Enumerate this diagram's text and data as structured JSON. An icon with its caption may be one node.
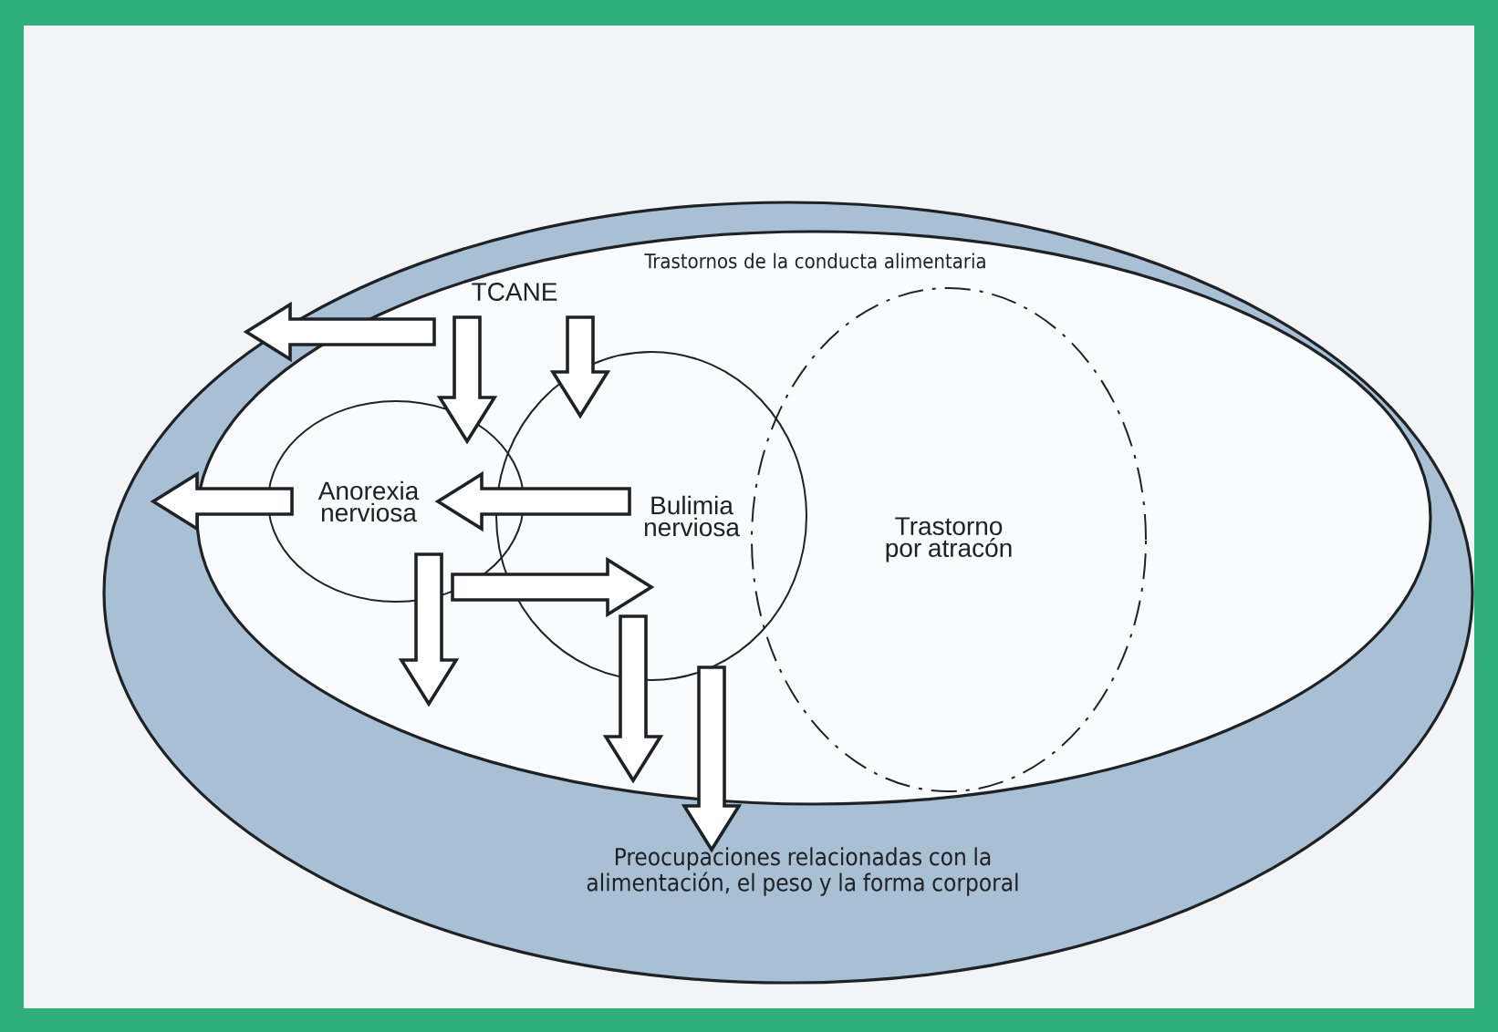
{
  "diagram": {
    "nodes": [
      {
        "text": [
          "Preocupaciones relacionadas con la alimentación, el peso y la forma corporal"
        ]
      },
      {
        "text": [
          "Trastornos de la conducta alimentaria"
        ],
        "in": 0
      },
      {
        "text": [
          "TCANE"
        ],
        "in": 1
      },
      {
        "text": [
          "Anorexia nerviosa"
        ],
        "in": 1
      },
      {
        "text": [
          "Bulimia nerviosa"
        ],
        "in": 1
      },
      {
        "text": [
          "Trastorno por atracón"
        ],
        "in": 1
      }
    ],
    "edges": [
      {
        "from": 2,
        "to": 0,
        "arrow": "to"
      },
      {
        "from": 2,
        "to": 3,
        "arrow": "to"
      },
      {
        "from": 2,
        "to": 4,
        "arrow": "to"
      },
      {
        "from": 3,
        "to": 0,
        "arrow": "to"
      },
      {
        "from": 4,
        "to": 3,
        "arrow": "to"
      },
      {
        "from": 3,
        "to": 4,
        "arrow": "to"
      },
      {
        "from": 3,
        "to": 1,
        "arrow": "to"
      },
      {
        "from": 4,
        "to": 1,
        "arrow": "to"
      },
      {
        "from": 4,
        "to": 0,
        "arrow": "to"
      }
    ]
  }
}
